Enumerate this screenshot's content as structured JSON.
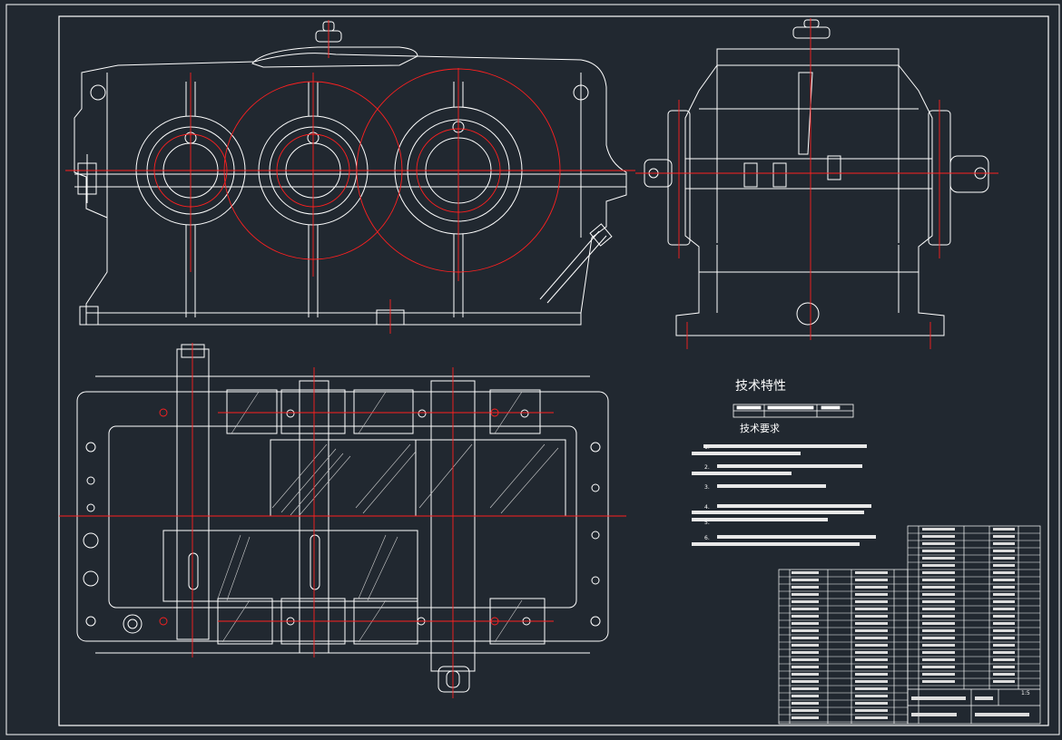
{
  "drawing": {
    "heading_tech_characteristics": "技术特性",
    "heading_tech_requirements": "技术要求",
    "note_numbers": [
      "1.",
      "2.",
      "3.",
      "4.",
      "5.",
      "6."
    ],
    "scale_label": "1:5",
    "colors": {
      "background": "#212830",
      "line": "#ffffff",
      "centerline": "#ff2020",
      "hatch": "#d0d0d0"
    }
  }
}
